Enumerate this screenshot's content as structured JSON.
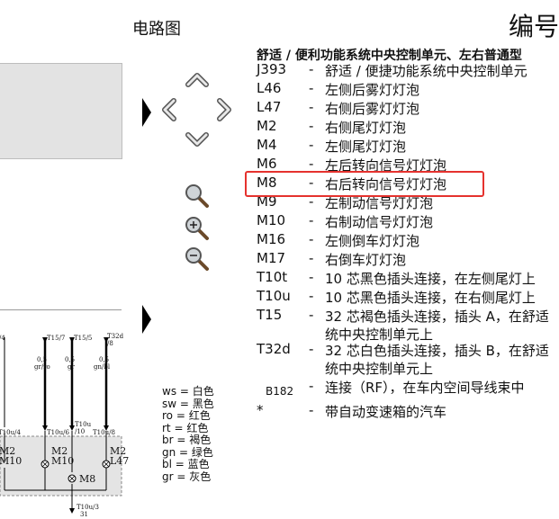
{
  "header": {
    "title": "电路图",
    "right_title": "编号"
  },
  "heading": "舒适 / 便利功能系统中央控制单元、左右普通型",
  "components": [
    {
      "code": "J393",
      "desc": "舒适 / 便捷功能系统中央控制单元"
    },
    {
      "code": "L46",
      "desc": "左侧后雾灯灯泡"
    },
    {
      "code": "L47",
      "desc": "右侧后雾灯灯泡"
    },
    {
      "code": "M2",
      "desc": "右侧尾灯灯泡"
    },
    {
      "code": "M4",
      "desc": "左侧尾灯灯泡"
    },
    {
      "code": "M6",
      "desc": "左后转向信号灯灯泡"
    },
    {
      "code": "M8",
      "desc": "右后转向信号灯灯泡"
    },
    {
      "code": "M9",
      "desc": "左制动信号灯灯泡"
    },
    {
      "code": "M10",
      "desc": "右制动信号灯灯泡"
    },
    {
      "code": "M16",
      "desc": "左侧倒车灯灯泡"
    },
    {
      "code": "M17",
      "desc": "右倒车灯灯泡"
    },
    {
      "code": "T10t",
      "desc": "10 芯黑色插头连接，在左侧尾灯上"
    },
    {
      "code": "T10u",
      "desc": "10 芯黑色插头连接，在右侧尾灯上"
    },
    {
      "code": "T15",
      "desc": "32 芯褐色插头连接，插头 A，在舒适",
      "desc2": "统中央控制单元上"
    },
    {
      "code": "T32d",
      "desc": "32 芯白色插头连接，插头 B，在舒适",
      "desc2": "统中央控制单元上"
    },
    {
      "code": "B182",
      "desc": "连接（RF），在车内空间导线束中"
    },
    {
      "code": "*",
      "desc": "带自动变速箱的汽车"
    }
  ],
  "legend": [
    "ws = 白色",
    "sw = 黑色",
    "ro = 红色",
    "rt = 红色",
    "br = 褐色",
    "gn = 绿色",
    "bl = 蓝色",
    "gr = 灰色"
  ],
  "schematic": {
    "top_labels": [
      "T15/7",
      "T15/5",
      "T32d",
      "/8"
    ],
    "wire_left": [
      "0,5",
      "gr/ro"
    ],
    "wire_mid": [
      "0,5",
      "gr"
    ],
    "wire_right": [
      "0,5",
      "gn/bl"
    ],
    "conn_labels": [
      "T10u/6",
      "T10u",
      "/10",
      "T10u/8",
      "T10u/4"
    ],
    "comp_m2": "M2",
    "comp_m10": "M10",
    "comp_m8": "M8",
    "comp_l47": "L47",
    "comp_left1": "M2",
    "comp_left2": "M10",
    "bottom_labels": [
      "T10u/3",
      "31"
    ],
    "side_label": "/4"
  },
  "colors": {
    "highlight": "#e5322e"
  },
  "icons": [
    "play-arrow-icon",
    "chevron-up-icon",
    "chevron-left-icon",
    "chevron-right-icon",
    "chevron-down-icon",
    "zoom-icon",
    "zoom-in-icon",
    "zoom-out-icon"
  ]
}
